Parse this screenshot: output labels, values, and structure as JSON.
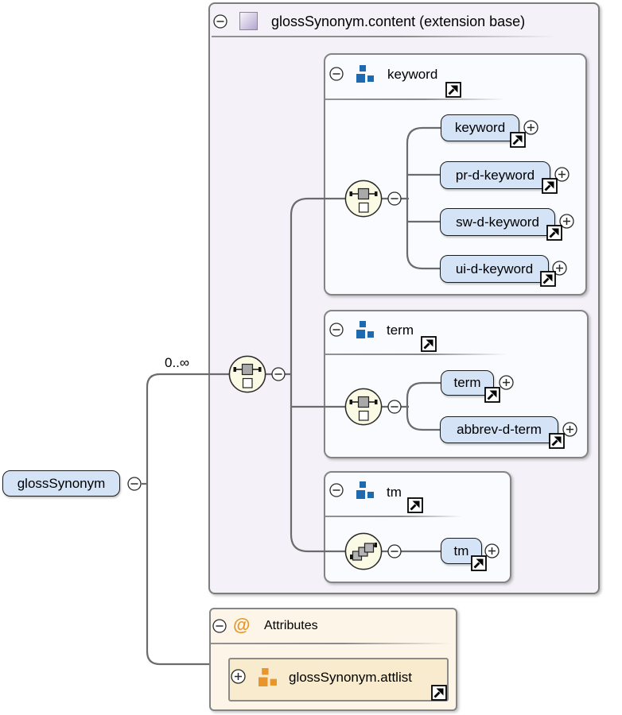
{
  "root": {
    "label": "glossSynonym",
    "multiplicity": "0..∞"
  },
  "content_box": {
    "title": "glossSynonym.content (extension base)"
  },
  "groups": [
    {
      "label": "keyword",
      "children": [
        "keyword",
        "pr-d-keyword",
        "sw-d-keyword",
        "ui-d-keyword"
      ]
    },
    {
      "label": "term",
      "children": [
        "term",
        "abbrev-d-term"
      ]
    },
    {
      "label": "tm",
      "children": [
        "tm"
      ]
    }
  ],
  "attributes": {
    "title": "Attributes",
    "attlist_label": "glossSynonym.attlist"
  },
  "icons": {
    "collapse": "minus-circle-icon",
    "expand": "plus-circle-icon",
    "link": "northeast-arrow-icon",
    "choice_compositor": "choice-compositor-icon",
    "sequence_compositor": "sequence-compositor-icon",
    "model_group": "model-group-blocks-icon",
    "attributes_marker": "at-sign-icon",
    "complex_type": "gradient-square-icon"
  },
  "colors": {
    "element_fill": "#d5e3f7",
    "element_border": "#1c1c1c",
    "content_box_fill": "#f4f1f9",
    "box_border": "#7d7d7d",
    "group_box_fill": "#f9fbfe",
    "attributes_box_fill": "#fdf6e8",
    "attlist_fill": "#f9ecce",
    "group_icon_blue": "#1d6ab1",
    "attribute_icon_orange": "#e8962c",
    "connector_gray": "#6b6b6b",
    "compositor_fill": "#fbfae5"
  }
}
